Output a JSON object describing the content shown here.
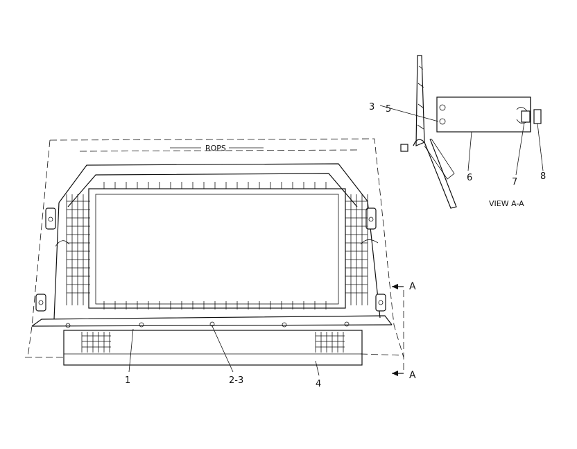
{
  "labels": {
    "rops": "ROPS",
    "view_a_a": "VIEW A-A",
    "section_a_top": "A",
    "section_a_bottom": "A"
  },
  "callouts": {
    "c1": "1",
    "c2_3": "2-3",
    "c4": "4",
    "c3": "3",
    "c5": "5",
    "c6": "6",
    "c7": "7",
    "c8": "8"
  }
}
